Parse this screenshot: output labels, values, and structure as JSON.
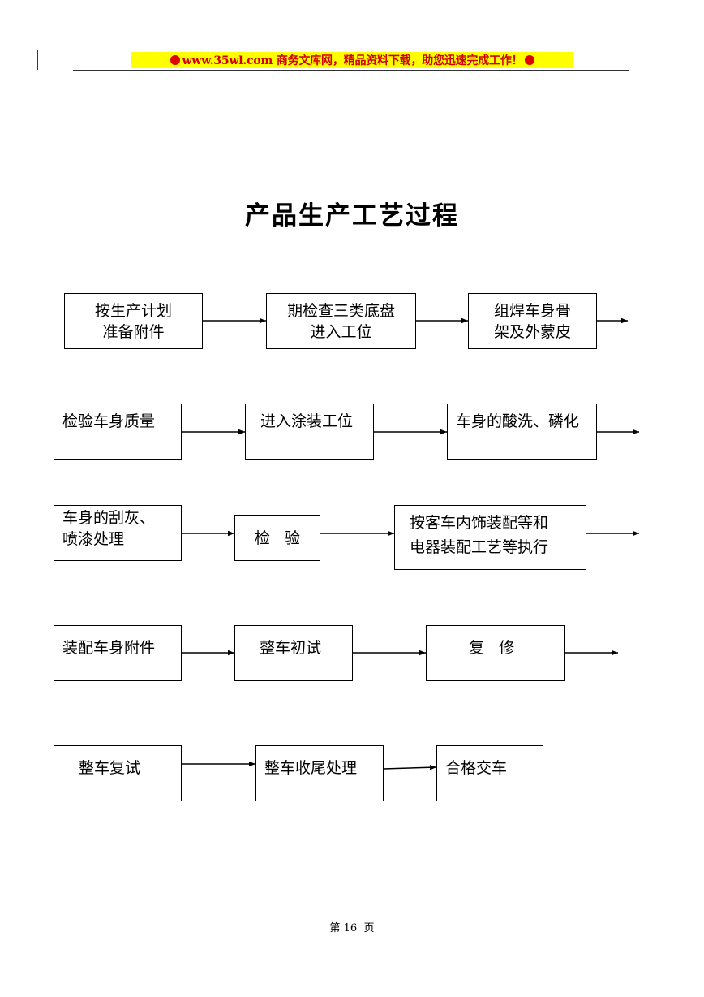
{
  "header": {
    "banner_text": "www.35wl.com  商务文库网，精品资料下载，助您迅速完成工作！"
  },
  "title": "产品生产工艺过程",
  "flow": {
    "row1": {
      "step1": "按生产计划\n准备附件",
      "step2": "期检查三类底盘\n进入工位",
      "step3": "组焊车身骨\n架及外蒙皮"
    },
    "row2": {
      "step1": "检验车身质量",
      "step2": "进入涂装工位",
      "step3": "车身的酸洗、磷化"
    },
    "row3": {
      "step1": "车身的刮灰、\n喷漆处理",
      "step2": "检   验",
      "step3": "按客车内饰装配等和\n电器装配工艺等执行"
    },
    "row4": {
      "step1": "装配车身附件",
      "step2": "整车初试",
      "step3": "复   修"
    },
    "row5": {
      "step1": "整车复试",
      "step2": "整车收尾处理",
      "step3": "合格交车"
    }
  },
  "footer": {
    "page_label": "第 16  页"
  }
}
